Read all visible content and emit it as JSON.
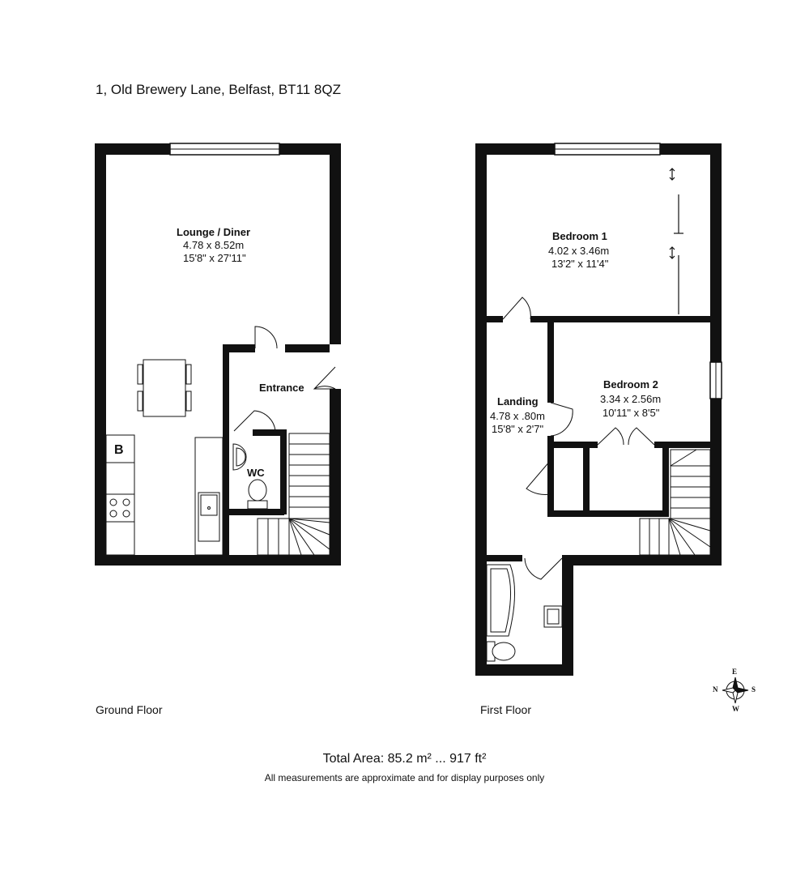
{
  "address": "1, Old Brewery Lane, Belfast, BT11 8QZ",
  "floors": {
    "ground": {
      "label": "Ground Floor",
      "rooms": {
        "lounge": {
          "name": "Lounge / Diner",
          "metric": "4.78 x 8.52m",
          "imperial": "15'8\" x 27'11\""
        },
        "entrance": {
          "name": "Entrance"
        },
        "wc": {
          "name": "WC"
        },
        "boiler": {
          "symbol": "B"
        }
      }
    },
    "first": {
      "label": "First Floor",
      "rooms": {
        "bedroom1": {
          "name": "Bedroom 1",
          "metric": "4.02 x 3.46m",
          "imperial": "13'2\" x 11'4\""
        },
        "bedroom2": {
          "name": "Bedroom 2",
          "metric": "3.34 x 2.56m",
          "imperial": "10'11\" x 8'5\""
        },
        "landing": {
          "name": "Landing",
          "metric": "4.78 x .80m",
          "imperial": "15'8\" x 2'7\""
        }
      }
    }
  },
  "compass": {
    "n": "N",
    "e": "E",
    "s": "S",
    "w": "W"
  },
  "total_area": "Total Area: 85.2 m² ... 917 ft²",
  "disclaimer": "All measurements are approximate and for display purposes only"
}
